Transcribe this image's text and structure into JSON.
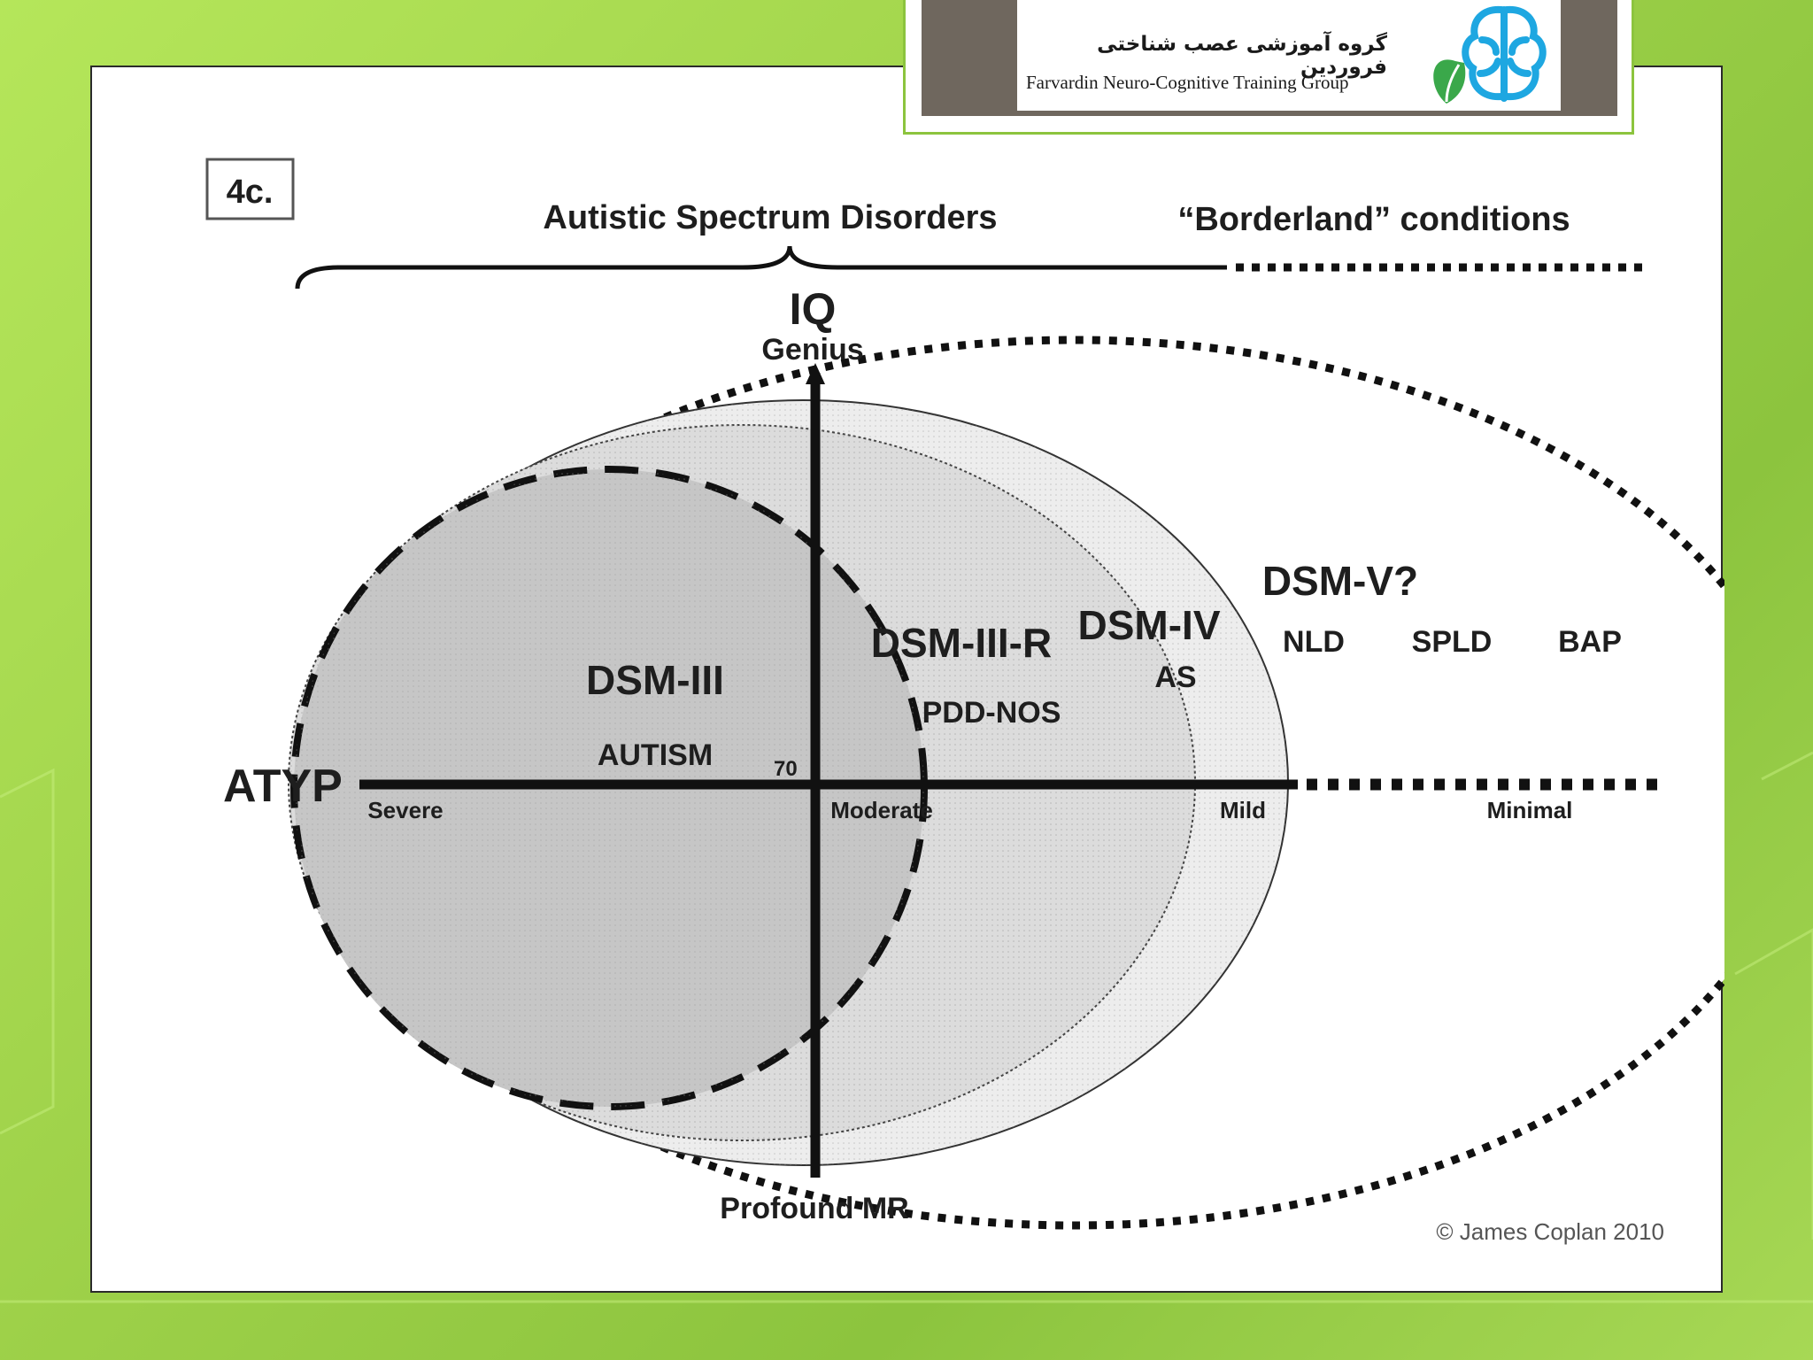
{
  "header": {
    "org_name_fa": "گروه آموزشی عصب شناختی فروردین",
    "org_name_en": "Farvardin Neuro-Cognitive Training Group",
    "logo_icon": "brain-leaf-icon"
  },
  "figure": {
    "panel_label": "4c.",
    "brace_left_label": "Autistic Spectrum Disorders",
    "brace_right_label": "“Borderland” conditions",
    "y_axis": {
      "title": "IQ",
      "top_label": "Genius",
      "bottom_label": "Profound MR",
      "tick_label": "70"
    },
    "x_axis": {
      "left_label": "ATYP",
      "severity_labels": [
        "Severe",
        "Moderate",
        "Mild",
        "Minimal"
      ]
    },
    "regions": {
      "dsm3": {
        "title": "DSM-III",
        "sub": "AUTISM"
      },
      "dsm3r": {
        "title": "DSM-III-R",
        "sub": "PDD-NOS"
      },
      "dsm4": {
        "title": "DSM-IV",
        "sub": "AS"
      },
      "dsm5": {
        "title": "DSM-V?",
        "items": [
          "NLD",
          "SPLD",
          "BAP"
        ]
      }
    },
    "copyright": "© James Coplan 2010",
    "colors": {
      "dsm3_fill": "#c8c8c8",
      "dsm3r_fill": "#dcdcdc",
      "dsm4_fill": "#ececec",
      "outline": "#111111"
    }
  }
}
